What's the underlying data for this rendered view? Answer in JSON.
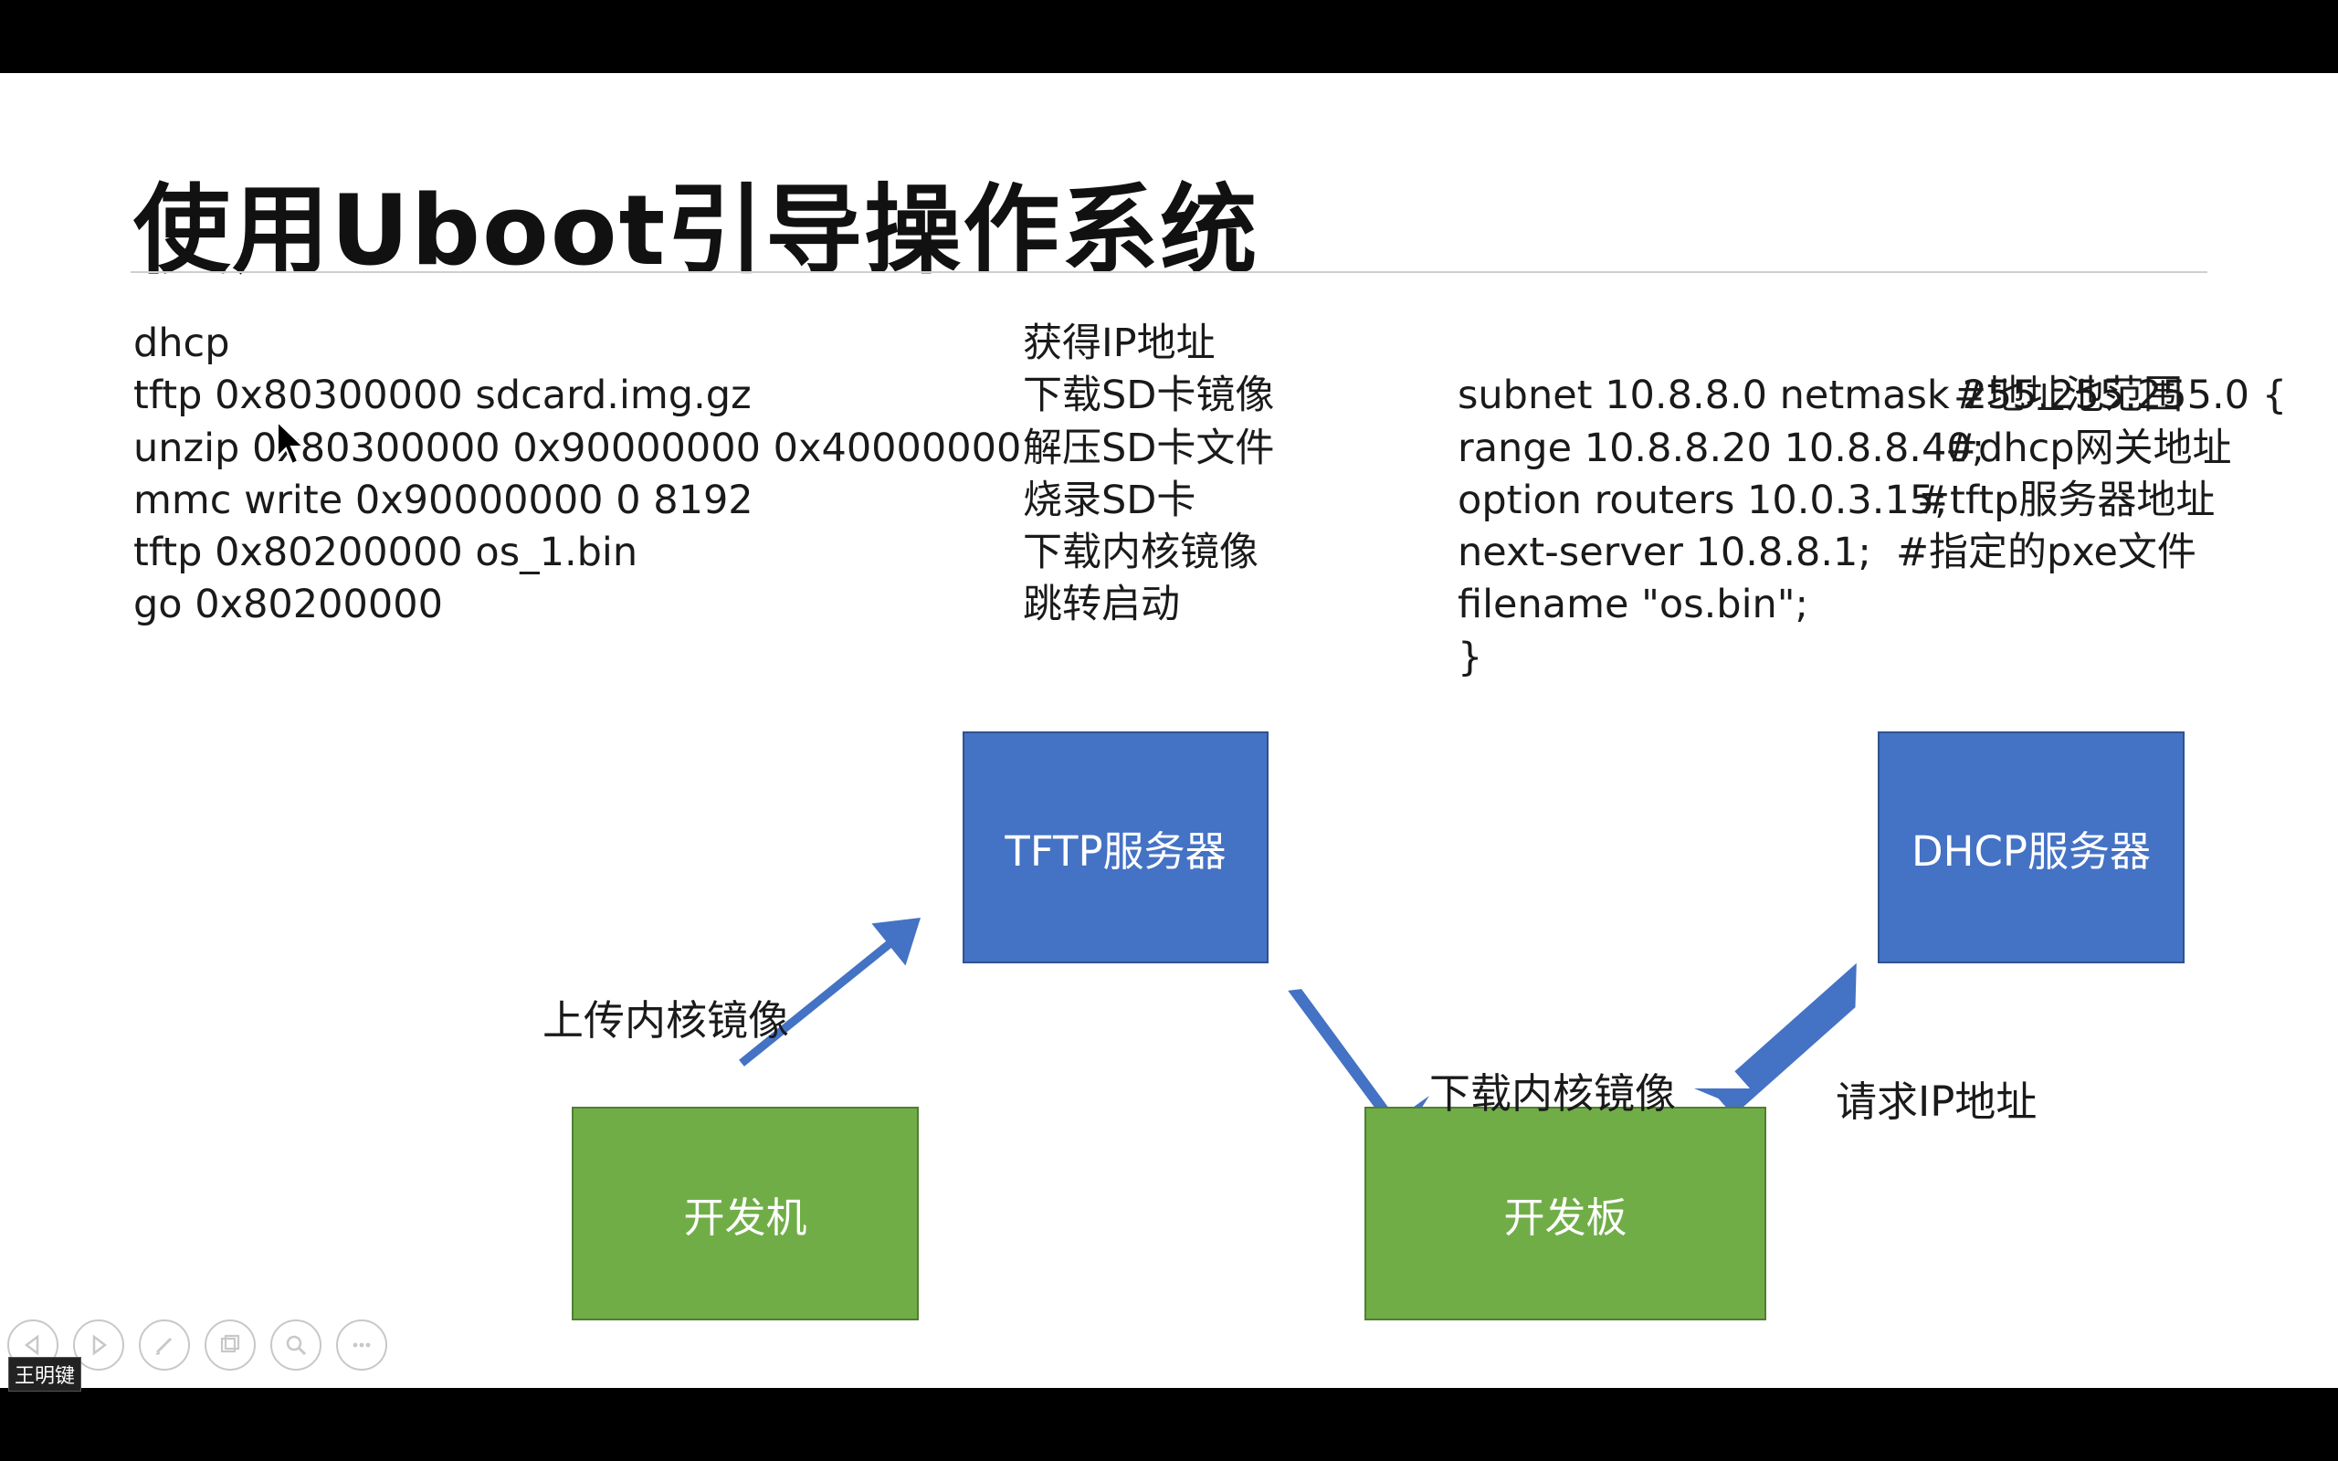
{
  "slide": {
    "title": "使用Uboot引导操作系统",
    "commands": [
      "dhcp",
      "tftp 0x80300000 sdcard.img.gz",
      "unzip 0x80300000 0x90000000 0x40000000",
      "mmc write 0x90000000 0 8192",
      "tftp 0x80200000 os_1.bin",
      "go 0x80200000"
    ],
    "descriptions": [
      "获得IP地址",
      "下载SD卡镜像",
      "解压SD卡文件",
      "烧录SD卡",
      "下载内核镜像",
      "跳转启动"
    ],
    "dhcp_config": [
      {
        "code": "subnet 10.8.8.0 netmask 255.255.255.0 {",
        "comment": ""
      },
      {
        "code": "range 10.8.8.20 10.8.8.40;",
        "comment": "#地址池范围"
      },
      {
        "code": "option routers 10.0.3.15;",
        "comment": "#dhcp网关地址"
      },
      {
        "code": "next-server 10.8.8.1;",
        "comment": "#tftp服务器地址"
      },
      {
        "code": "filename \"os.bin\";",
        "comment": "#指定的pxe文件"
      },
      {
        "code": "}",
        "comment": ""
      }
    ],
    "diagram": {
      "tftp_server": "TFTP服务器",
      "dhcp_server": "DHCP服务器",
      "dev_machine": "开发机",
      "dev_board": "开发板",
      "upload_label": "上传内核镜像",
      "download_label": "下载内核镜像",
      "request_ip_label": "请求IP地址"
    },
    "colors": {
      "server_box": "#4472c4",
      "host_box": "#70ad47",
      "arrow": "#4472c4"
    }
  },
  "presenter": {
    "name": "王明键"
  },
  "controls": [
    "prev-icon",
    "play-icon",
    "pen-icon",
    "slides-icon",
    "zoom-icon",
    "more-icon"
  ]
}
